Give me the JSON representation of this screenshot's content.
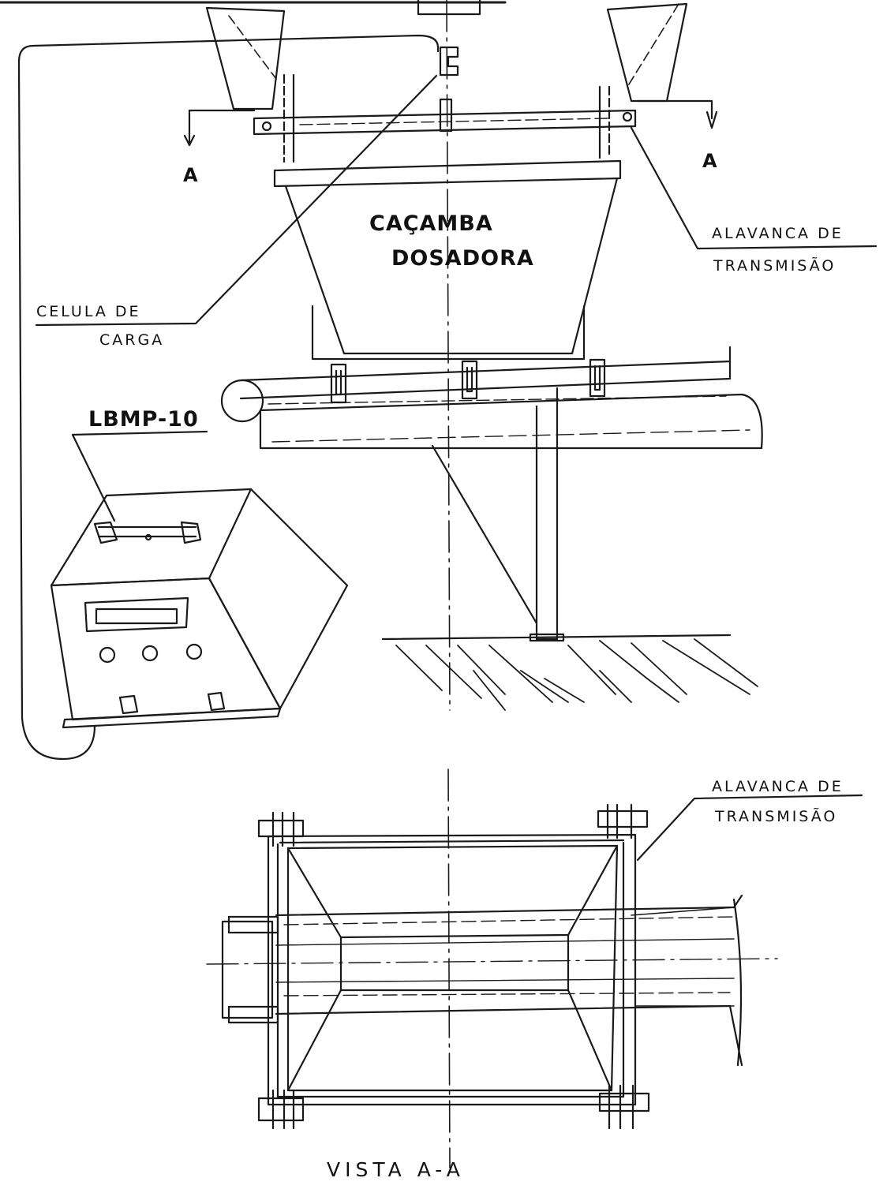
{
  "labels": {
    "section_a_left": "A",
    "section_a_right": "A",
    "cacamba_line1": "CAÇAMBA",
    "cacamba_line2": "DOSADORA",
    "alavanca_top_line1": "ALAVANCA DE",
    "alavanca_top_line2": "TRANSMISÃO",
    "celula_line1": "CELULA  DE",
    "celula_line2": "CARGA",
    "lbmp": "LBMP-10",
    "alavanca_bottom_line1": "ALAVANCA DE",
    "alavanca_bottom_line2": "TRANSMISÃO",
    "vista": "VISTA    A-A"
  },
  "colors": {
    "ink": "#1a1a1a",
    "paper": "#ffffff"
  }
}
